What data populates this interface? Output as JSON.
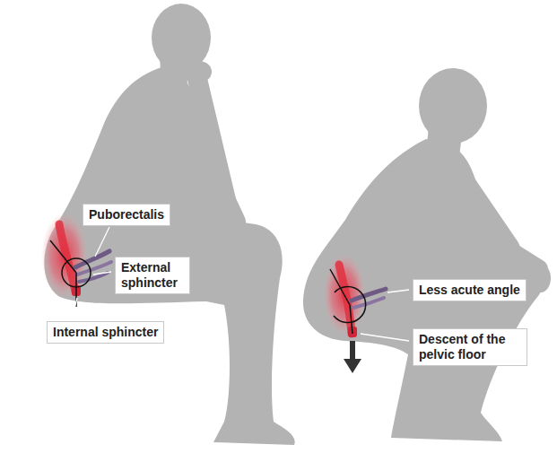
{
  "diagram": {
    "nodes": [
      {
        "text": [
          "Puborectalis"
        ]
      },
      {
        "text": [
          "External sphincter"
        ]
      },
      {
        "text": [
          "Internal sphincter"
        ]
      },
      {
        "text": [
          "Less acute angle"
        ]
      },
      {
        "text": [
          "Descent of the pelvic floor"
        ]
      }
    ]
  }
}
